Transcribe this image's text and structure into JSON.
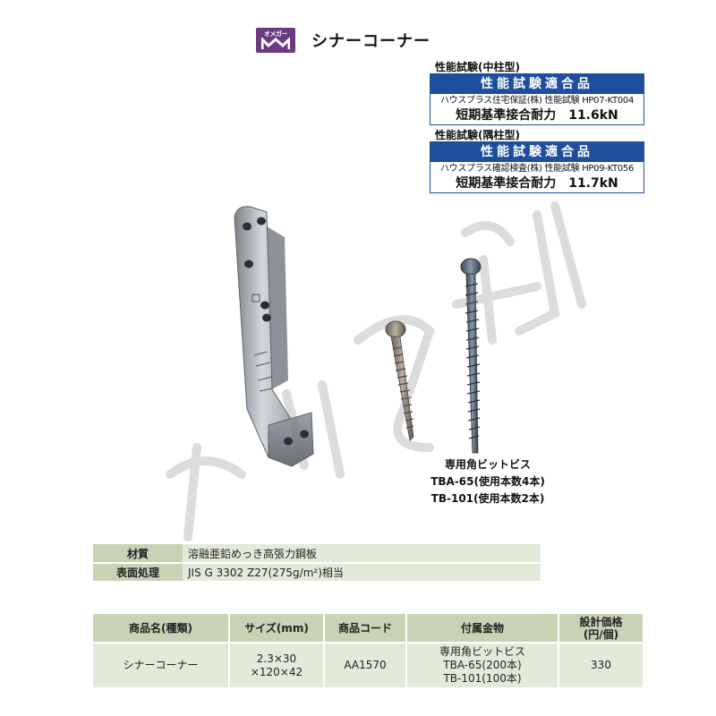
{
  "brand": {
    "logo_text": "オメガー",
    "color": "#6b3a82"
  },
  "product_title": "シナーコーナー",
  "certifications": [
    {
      "label": "性能試験(中柱型)",
      "header": "性能試験適合品",
      "org": "ハウスプラス住宅保証(株) 性能試験 HP07-KT004",
      "strength": "短期基準接合耐力　11.6kN"
    },
    {
      "label": "性能試験(隅柱型)",
      "header": "性能試験適合品",
      "org": "ハウスプラス確認検査(株) 性能試験 HP09-KT056",
      "strength": "短期基準接合耐力　11.7kN"
    }
  ],
  "screw_caption": {
    "line1": "専用角ビットビス",
    "line2": "TBA-65(使用本数4本)",
    "line3": "TB-101(使用本数2本)"
  },
  "specs": [
    {
      "label": "材質",
      "value": "溶融亜鉛めっき高張力鋼板"
    },
    {
      "label": "表面処理",
      "value": "JIS G 3302 Z27(275g/m²)相当"
    }
  ],
  "product_table": {
    "headers": {
      "name": "商品名(種類)",
      "size": "サイズ(mm)",
      "code": "商品コード",
      "accessory": "付属金物",
      "price_line1": "設計価格",
      "price_line2": "(円/個)"
    },
    "row": {
      "name": "シナーコーナー",
      "size_line1": "2.3×30",
      "size_line2": "×120×42",
      "code": "AA1570",
      "acc_line1": "専用角ビットビス",
      "acc_line2": "TBA-65(200本)",
      "acc_line3": "TB-101(100本)",
      "price": "330"
    }
  },
  "colors": {
    "cert_blue": "#1f4e9e",
    "table_header": "#c8d3b5",
    "table_cell": "#e4ead9"
  }
}
